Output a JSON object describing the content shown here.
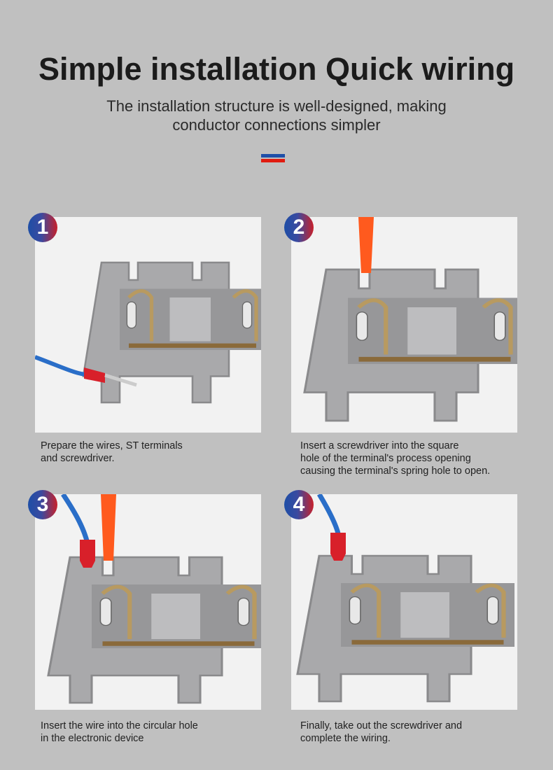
{
  "header": {
    "title": "Simple installation Quick wiring",
    "subtitle_line1": "The installation structure is well-designed, making",
    "subtitle_line2": "conductor connections simpler"
  },
  "colors": {
    "background": "#c0c0c0",
    "accent_blue": "#1f4fa8",
    "accent_red": "#e01b10"
  },
  "steps": [
    {
      "number": "1",
      "caption_line1": "Prepare the wires, ST terminals",
      "caption_line2": "and screwdriver."
    },
    {
      "number": "2",
      "caption_line1": "Insert a screwdriver into the square",
      "caption_line2": "hole of the terminal's process opening",
      "caption_line3": "causing the terminal's spring hole to open."
    },
    {
      "number": "3",
      "caption_line1": "Insert the wire into the circular hole",
      "caption_line2": "in the electronic device"
    },
    {
      "number": "4",
      "caption_line1": "Finally, take out the screwdriver and",
      "caption_line2": "complete the wiring."
    }
  ]
}
